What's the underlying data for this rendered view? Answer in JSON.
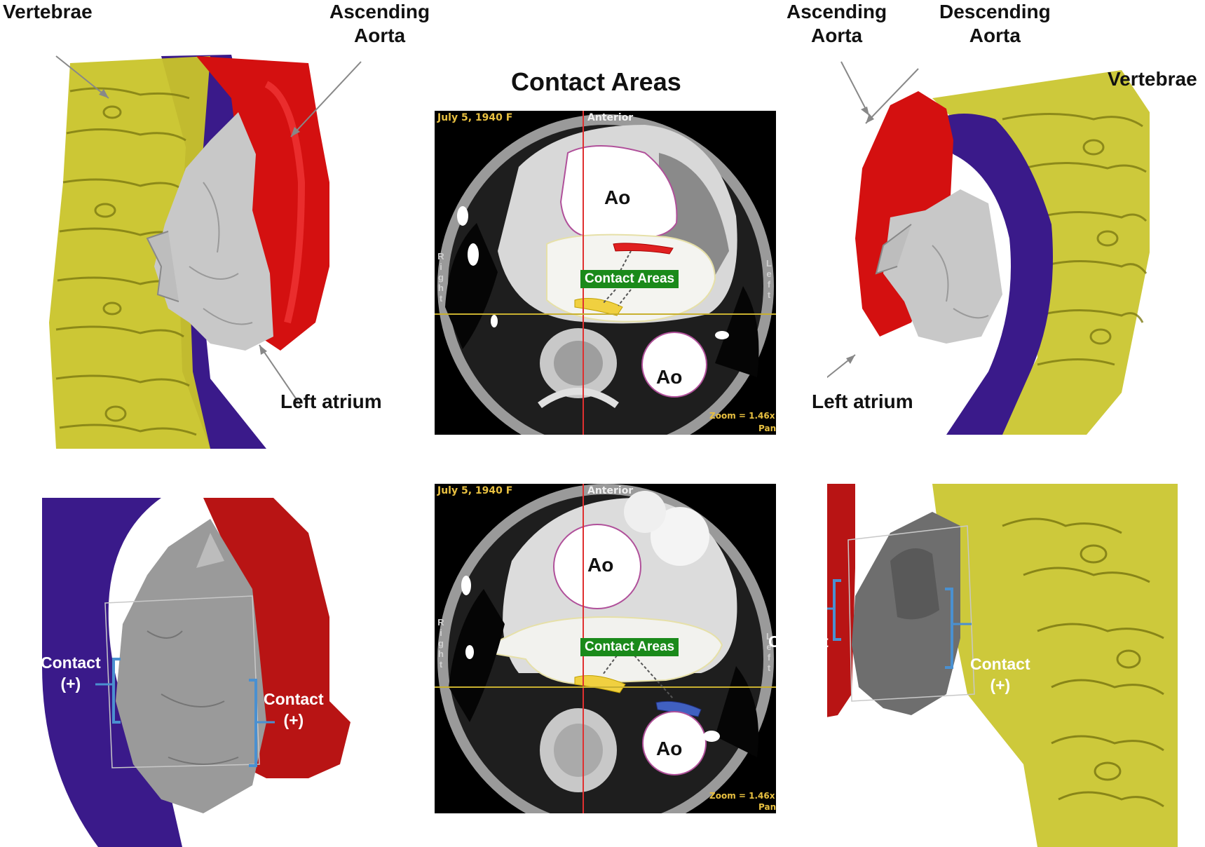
{
  "title": "Contact Areas",
  "labels": {
    "top_left_vertebrae": "Vertebrae",
    "top_left_asc_aorta": "Ascending\nAorta",
    "top_left_left_atrium": "Left atrium",
    "top_right_asc_aorta": "Ascending\nAorta",
    "top_right_desc_aorta": "Descending\nAorta",
    "top_right_vertebrae": "Vertebrae",
    "top_right_left_atrium": "Left atrium",
    "contact": "Contact",
    "contact_plus": "(+)"
  },
  "ct": {
    "date": "July 5, 1940 F",
    "anterior": "Anterior",
    "right": "Right",
    "left": "Left",
    "zoom": "Zoom = 1.46x",
    "pan": "Pan",
    "ao": "Ao",
    "contact_areas": "Contact Areas"
  },
  "colors": {
    "vertebrae": "#c9c42a",
    "ascending_aorta": "#d41010",
    "descending_aorta": "#3a1a8a",
    "left_atrium": "#c8c8c8",
    "contact_bracket": "#4a90d0",
    "label_green": "#1a8a1a"
  }
}
